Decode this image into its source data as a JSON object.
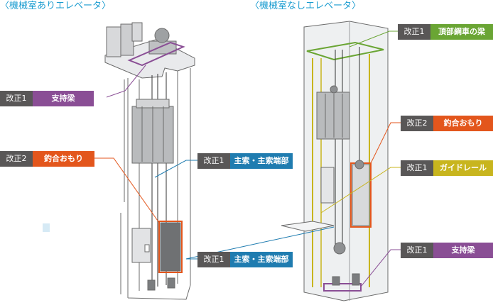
{
  "headings": {
    "left": "〈機械室ありエレベータ〉",
    "right": "〈機械室なしエレベータ〉"
  },
  "colors": {
    "purple": "#8a4e95",
    "orange": "#e3561c",
    "blue": "#1f7cb0",
    "green": "#6aa534",
    "yellow": "#c8b51e",
    "tag_gray": "#595757"
  },
  "labels": {
    "left_support": {
      "tag": "改正1",
      "name": "支持梁"
    },
    "left_weight": {
      "tag": "改正2",
      "name": "釣合おもり"
    },
    "left_rope": {
      "tag": "改正1",
      "name": "主索・主索端部"
    },
    "mid_rope": {
      "tag": "改正1",
      "name": "主索・主索端部"
    },
    "right_top_beam": {
      "tag": "改正1",
      "name": "頂部綱車の梁"
    },
    "right_weight": {
      "tag": "改正2",
      "name": "釣合おもり"
    },
    "right_guide_rail": {
      "tag": "改正1",
      "name": "ガイドレール"
    },
    "right_support": {
      "tag": "改正1",
      "name": "支持梁"
    }
  }
}
